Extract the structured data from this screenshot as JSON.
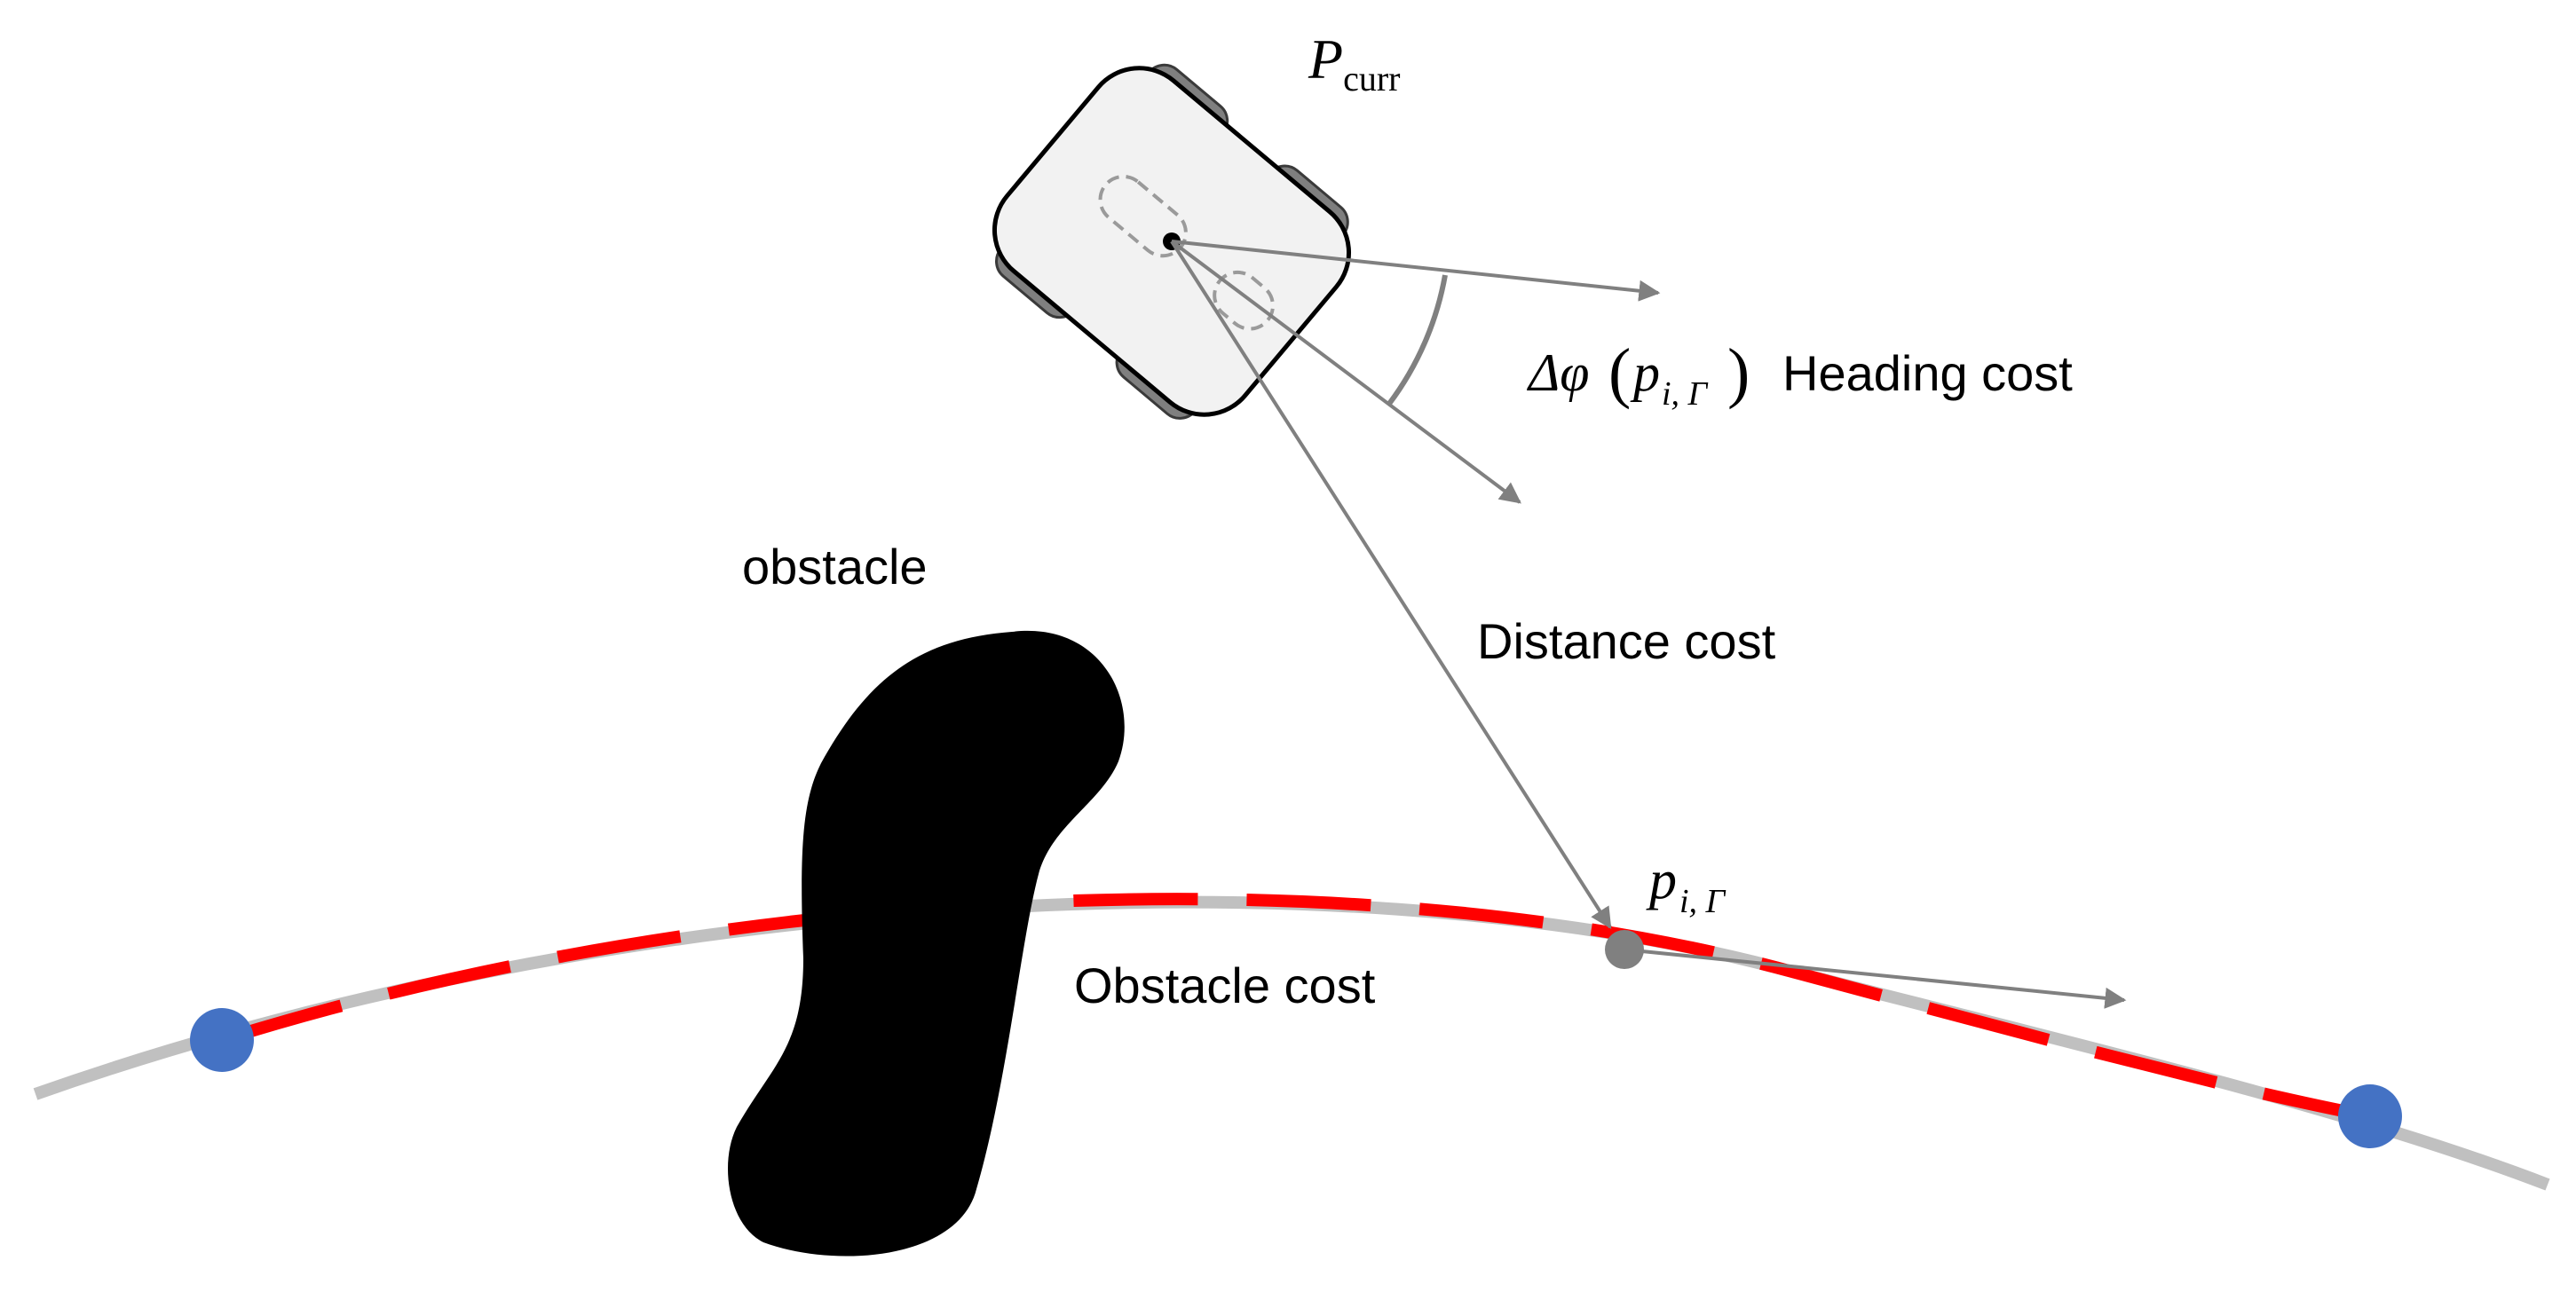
{
  "labels": {
    "p_curr_main": "P",
    "p_curr_sub": "curr",
    "heading_delta_phi": "Δφ",
    "heading_p": "p",
    "heading_sub": "i, Γ",
    "heading_cost": "Heading cost",
    "obstacle": "obstacle",
    "distance_cost": "Distance cost",
    "point_p": "p",
    "point_sub": "i, Γ",
    "obstacle_cost": "Obstacle cost"
  },
  "colors": {
    "path_base": "#c0c0c0",
    "path_dash": "#ff0000",
    "arrow": "#808080",
    "waypoint": "#4472c4",
    "target_point": "#808080",
    "obstacle": "#000000",
    "robot_body": "#f2f2f2",
    "wheel": "#7f7f7f"
  }
}
